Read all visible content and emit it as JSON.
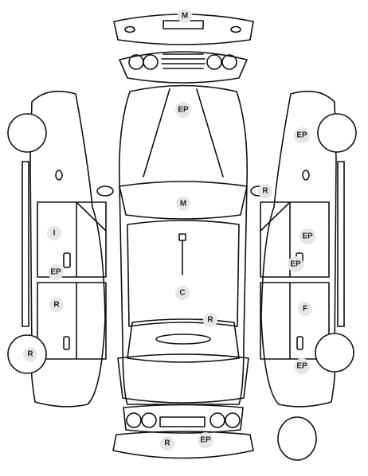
{
  "markers": {
    "top_m": "M",
    "hood_ep": "EP",
    "roof_m": "M",
    "mirror_r": "R",
    "interior_c": "C",
    "trunk_r": "R",
    "left_front_i": "I",
    "left_front_ep": "EP",
    "left_rear_r": "R",
    "left_wheel_r": "R",
    "right_front_ep_top": "EP",
    "right_front_ep": "EP",
    "right_front_ep_inner": "EP",
    "right_rear_f": "F",
    "right_rear_ep": "EP",
    "bottom_r": "R",
    "bottom_ep": "EP"
  }
}
